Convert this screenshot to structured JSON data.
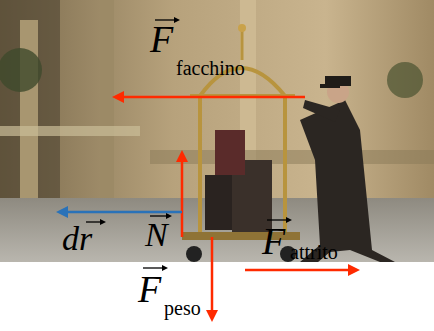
{
  "diagram": {
    "labels": [
      "F",
      "facchino",
      "dr",
      "N",
      "F",
      "attrito",
      "F",
      "peso"
    ]
  }
}
